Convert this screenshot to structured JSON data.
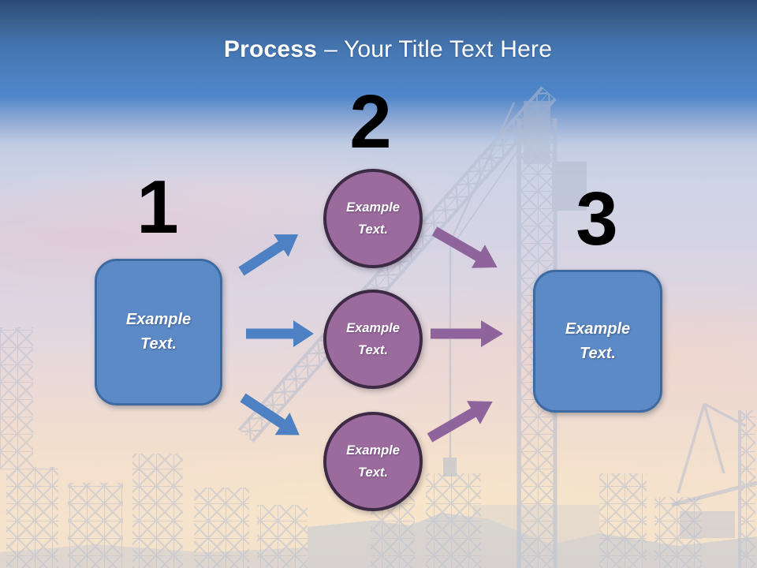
{
  "slide_title": {
    "bold": "Process",
    "rest": "– Your Title Text Here"
  },
  "steps": {
    "one": {
      "number": "1",
      "label": "Example Text."
    },
    "two": {
      "number": "2"
    },
    "three": {
      "number": "3",
      "label": "Example Text."
    }
  },
  "circles": [
    {
      "label": "Example Text."
    },
    {
      "label": "Example Text."
    },
    {
      "label": "Example Text."
    }
  ],
  "colors": {
    "header_blue_top": "#2a4a76",
    "header_blue": "#4f86c9",
    "box_fill": "#5c8ac6",
    "box_border": "#3d6aa0",
    "circle_fill": "#9c6b9e",
    "circle_border": "#3d2a44",
    "arrow_blue": "#4e81c4",
    "arrow_purple": "#8f639c",
    "number_color": "#000000",
    "title_color": "#ffffff",
    "silhouette": "#b3bccf"
  }
}
